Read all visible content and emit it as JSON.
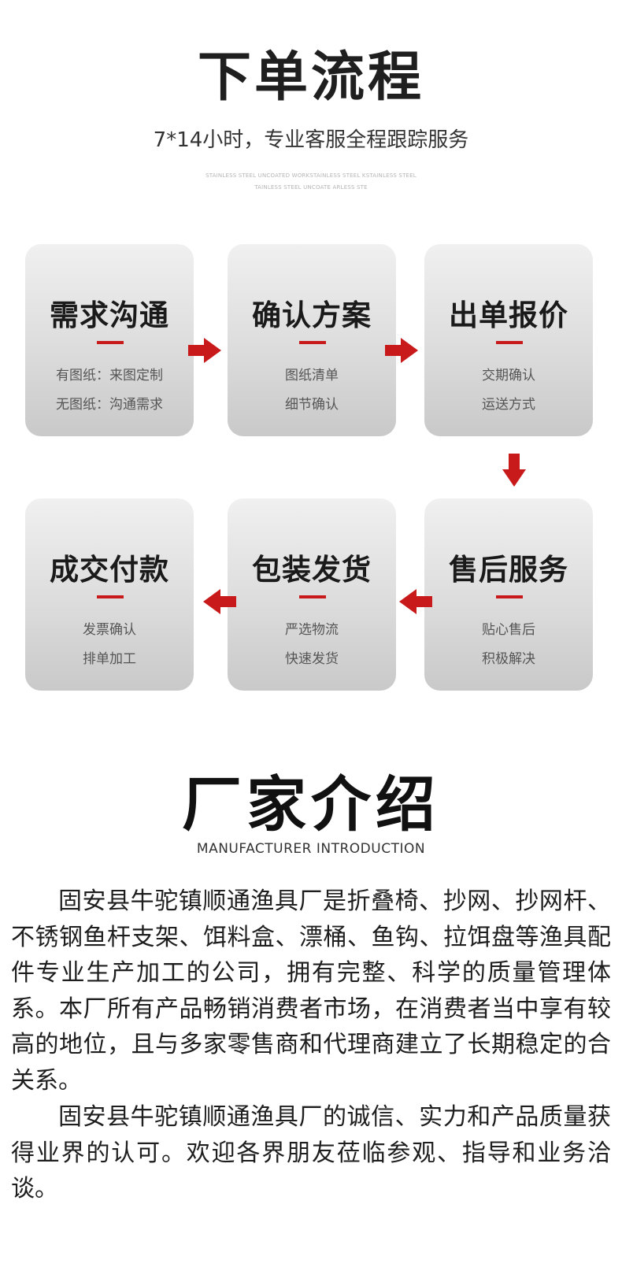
{
  "header": {
    "title": "下单流程",
    "subtitle": "7*14小时，专业客服全程跟踪服务",
    "tiny_line_1": "STAINLESS STEEL UNCOATED WORKSTAINLESS STEEL KSTAINLESS STEEL",
    "tiny_line_2": "TAINLESS STEEL UNCOATE ARLESS STE"
  },
  "process": {
    "steps": [
      {
        "title": "需求沟通",
        "line1": "有图纸：来图定制",
        "line2": "无图纸：沟通需求"
      },
      {
        "title": "确认方案",
        "line1": "图纸清单",
        "line2": "细节确认"
      },
      {
        "title": "出单报价",
        "line1": "交期确认",
        "line2": "运送方式"
      },
      {
        "title": "成交付款",
        "line1": "发票确认",
        "line2": "排单加工"
      },
      {
        "title": "包装发货",
        "line1": "严选物流",
        "line2": "快速发货"
      },
      {
        "title": "售后服务",
        "line1": "贴心售后",
        "line2": "积极解决"
      }
    ],
    "arrow_color": "#c8191b"
  },
  "manufacturer": {
    "title": "厂家介绍",
    "subtitle": "MANUFACTURER INTRODUCTION",
    "paragraphs": [
      "固安县牛驼镇顺通渔具厂是折叠椅、抄网、抄网杆、不锈钢鱼杆支架、饵料盒、漂桶、鱼钩、拉饵盘等渔具配件专业生产加工的公司，拥有完整、科学的质量管理体系。本厂所有产品畅销消费者市场，在消费者当中享有较高的地位，且与多家零售商和代理商建立了长期稳定的合关系。",
      "固安县牛驼镇顺通渔具厂的诚信、实力和产品质量获得业界的认可。欢迎各界朋友莅临参观、指导和业务洽谈。"
    ]
  }
}
